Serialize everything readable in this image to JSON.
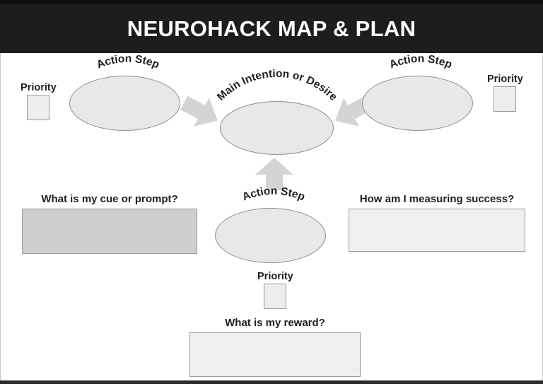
{
  "header": {
    "title": "NEUROHACK MAP & PLAN",
    "background_color": "#1d1d1d",
    "text_color": "#ffffff"
  },
  "theme": {
    "page_background": "#ffffff",
    "shape_fill": "#e8e8e8",
    "shape_stroke": "#8d8d8d",
    "arrow_fill": "#d4d4d4",
    "box_fill_light": "#efefef",
    "box_fill_dark": "#cfcfcf",
    "box_stroke": "#9a9a9a",
    "text_color": "#1f1f1f"
  },
  "nodes": {
    "center": {
      "label": "Main Intention or Desire"
    },
    "action_steps": [
      {
        "id": "action-step-left",
        "label": "Action Step"
      },
      {
        "id": "action-step-right",
        "label": "Action Step"
      },
      {
        "id": "action-step-bottom",
        "label": "Action Step"
      }
    ]
  },
  "priorities": [
    {
      "id": "priority-left",
      "label": "Priority",
      "value": ""
    },
    {
      "id": "priority-right",
      "label": "Priority",
      "value": ""
    },
    {
      "id": "priority-bottom",
      "label": "Priority",
      "value": ""
    }
  ],
  "questions": [
    {
      "id": "cue-or-prompt",
      "label": "What is my cue or prompt?",
      "value": "",
      "fill": "dark"
    },
    {
      "id": "measuring-success",
      "label": "How am I measuring success?",
      "value": "",
      "fill": "light"
    },
    {
      "id": "reward",
      "label": "What is my reward?",
      "value": "",
      "fill": "light"
    }
  ],
  "arrows": [
    {
      "id": "arrow-left-to-center",
      "direction": "right"
    },
    {
      "id": "arrow-right-to-center",
      "direction": "left"
    },
    {
      "id": "arrow-bottom-to-center",
      "direction": "up"
    }
  ]
}
